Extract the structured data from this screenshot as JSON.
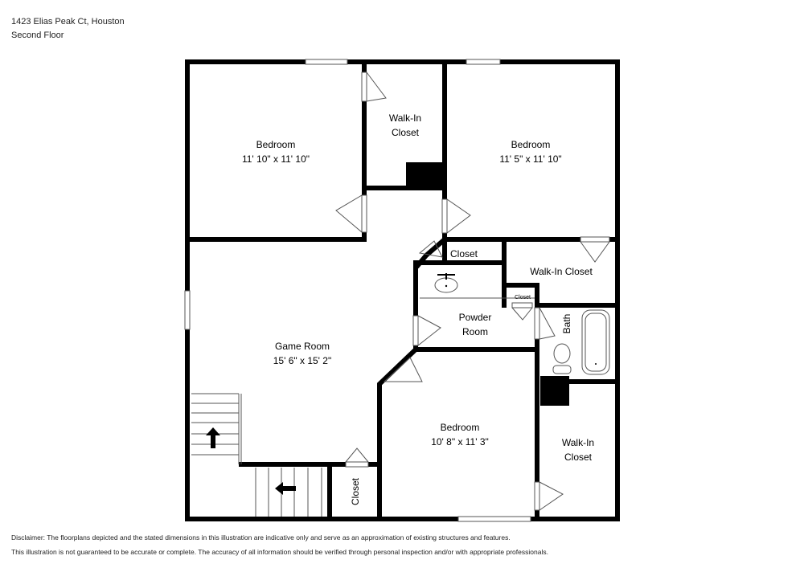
{
  "header": {
    "address": "1423 Elias Peak Ct, Houston",
    "floor": "Second Floor"
  },
  "rooms": {
    "bedroom1": {
      "name": "Bedroom",
      "dims": "11' 10\" x 11' 10\""
    },
    "walkin1": {
      "name1": "Walk-In",
      "name2": "Closet"
    },
    "bedroom2": {
      "name": "Bedroom",
      "dims": "11' 5\" x 11' 10\""
    },
    "closet_hall": {
      "name": "Closet"
    },
    "walkin2": {
      "name": "Walk-In Closet"
    },
    "closet_small": {
      "name": "Closet"
    },
    "powder": {
      "name1": "Powder",
      "name2": "Room"
    },
    "bath": {
      "name": "Bath"
    },
    "game": {
      "name": "Game Room",
      "dims": "15' 6\" x 15' 2\""
    },
    "bedroom3": {
      "name": "Bedroom",
      "dims": "10' 8\" x 11' 3\""
    },
    "walkin3": {
      "name1": "Walk-In",
      "name2": "Closet"
    },
    "closet_stair": {
      "name": "Closet"
    }
  },
  "disclaimer": {
    "line1": "Disclaimer: The floorplans depicted and the stated dimensions in this illustration are indicative only and serve as an approximation of existing structures and features.",
    "line2": "This illustration is not guaranteed to be accurate or complete. The accuracy of all information should be verified through personal inspection and/or with appropriate professionals."
  }
}
